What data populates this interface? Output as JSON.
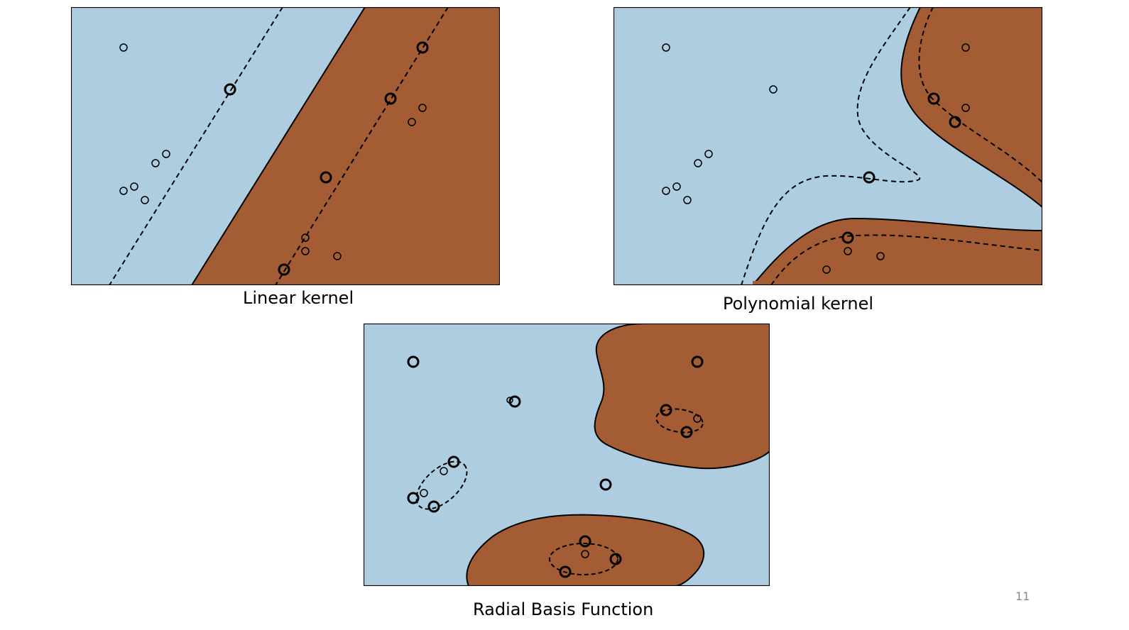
{
  "colors": {
    "class_a_fill": "#aecde1",
    "class_b_fill": "#a35c33",
    "border": "#000000"
  },
  "panels": {
    "linear": {
      "caption": "Linear kernel"
    },
    "polynomial": {
      "caption": "Polynomial kernel"
    },
    "rbf": {
      "caption": "Radial Basis Function"
    }
  },
  "slide": {
    "page_number": "11"
  }
}
